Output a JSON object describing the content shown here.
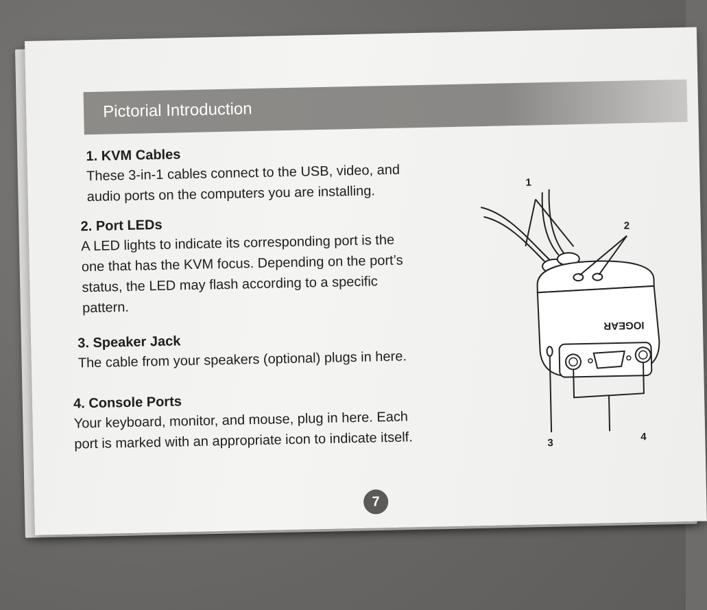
{
  "header": {
    "title": "Pictorial Introduction"
  },
  "sections": [
    {
      "heading": "1. KVM Cables",
      "body": "These 3-in-1 cables connect to the USB, video,  and\naudio ports on the computers you are installing."
    },
    {
      "heading": "2. Port LEDs",
      "body": "A LED lights to indicate its corresponding port is the\none that has the KVM focus. Depending on the port’s\nstatus, the LED may flash according to a specific\npattern."
    },
    {
      "heading": "3. Speaker Jack",
      "body": "The cable from your speakers (optional) plugs in here."
    },
    {
      "heading": "4. Console Ports",
      "body": "Your keyboard, monitor, and mouse, plug in here. Each\nport is marked with an appropriate icon to indicate itself."
    }
  ],
  "diagram": {
    "brand": "IOGEAR",
    "callouts": [
      "1",
      "2",
      "3",
      "4"
    ]
  },
  "page_number": "7"
}
